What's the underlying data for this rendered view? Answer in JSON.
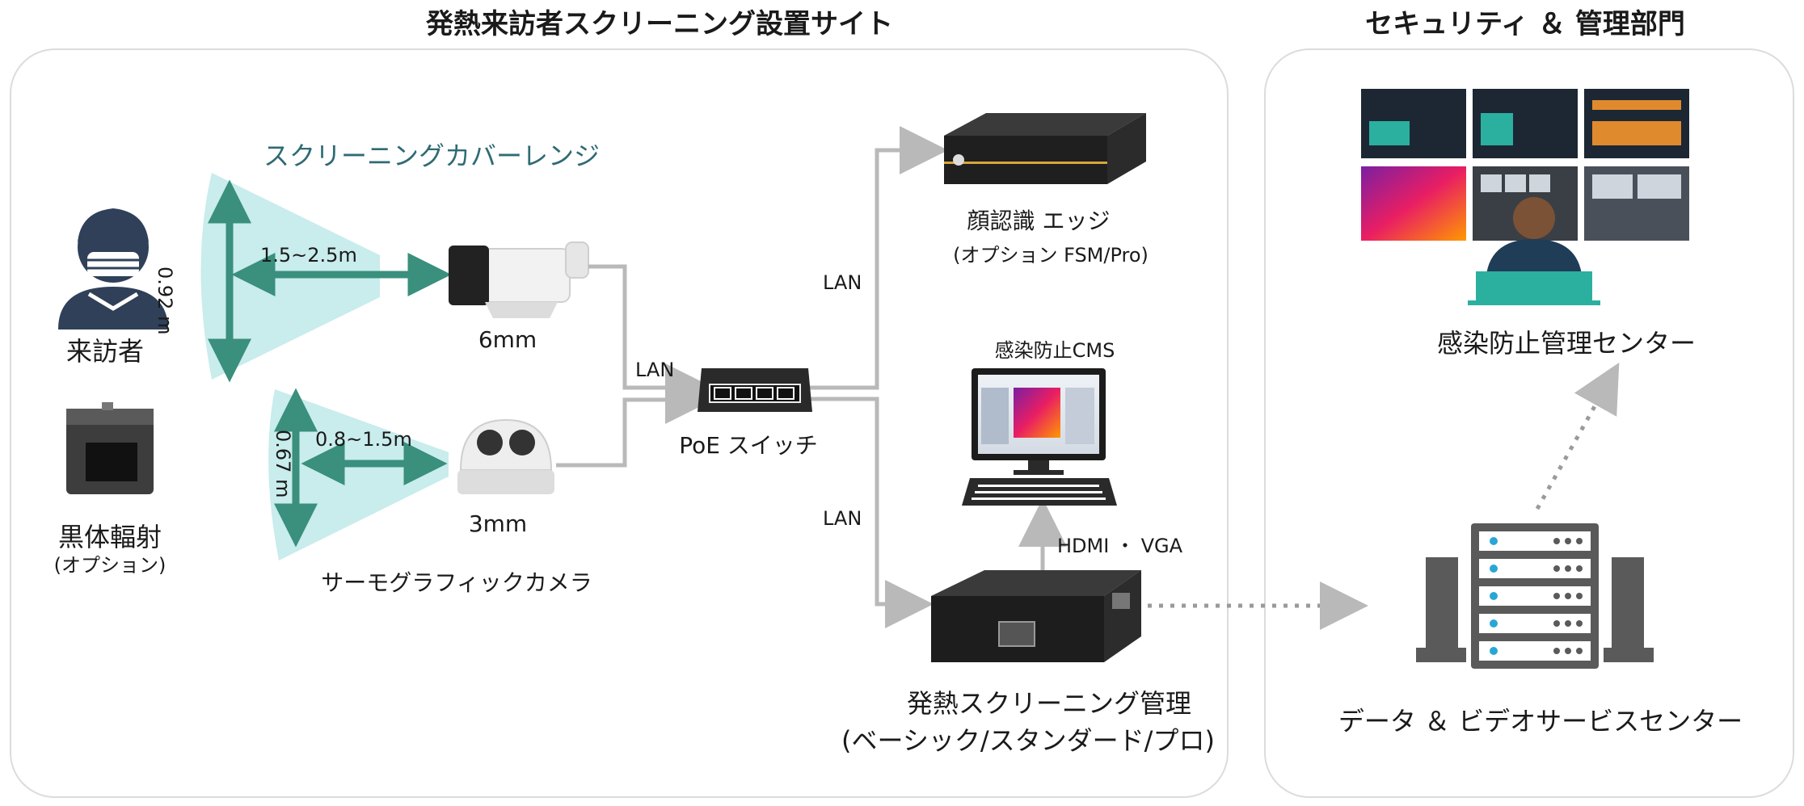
{
  "site": {
    "title": "発熱来訪者スクリーニング設置サイト",
    "coverage_label": "スクリーニングカバーレンジ",
    "visitor_label": "来訪者",
    "blackbody_label": "黒体輻射",
    "blackbody_option": "(オプション)",
    "camera1_distance": "1.5~2.5m",
    "camera1_height": "0.92 m",
    "camera1_lens": "6mm",
    "camera2_distance": "0.8~1.5m",
    "camera2_height": "0.67 m",
    "camera2_lens": "3mm",
    "thermal_camera_label": "サーモグラフィックカメラ",
    "lan_camera": "LAN",
    "switch_label": "PoE スイッチ",
    "lan_top": "LAN",
    "lan_bottom": "LAN",
    "face_edge_label": "顔認識 エッジ",
    "face_edge_option": "(オプション FSM/Pro)",
    "cms_label": "感染防止CMS",
    "hdmi_label": "HDMI ・ VGA",
    "nvr_label": "発熱スクリーニング管理",
    "nvr_editions": "(ベーシック/スタンダード/プロ)"
  },
  "security": {
    "title": "セキュリティ ＆ 管理部門",
    "center_label": "感染防止管理センター",
    "datacenter_label": "データ ＆ ビデオサービスセンター"
  },
  "colors": {
    "arrow_teal": "#3a8f7d",
    "coverage_fill": "#c9ecec",
    "line_gray": "#b9b9b9",
    "panel_border": "#dcdcdc",
    "server_gray": "#5a5a5a"
  }
}
